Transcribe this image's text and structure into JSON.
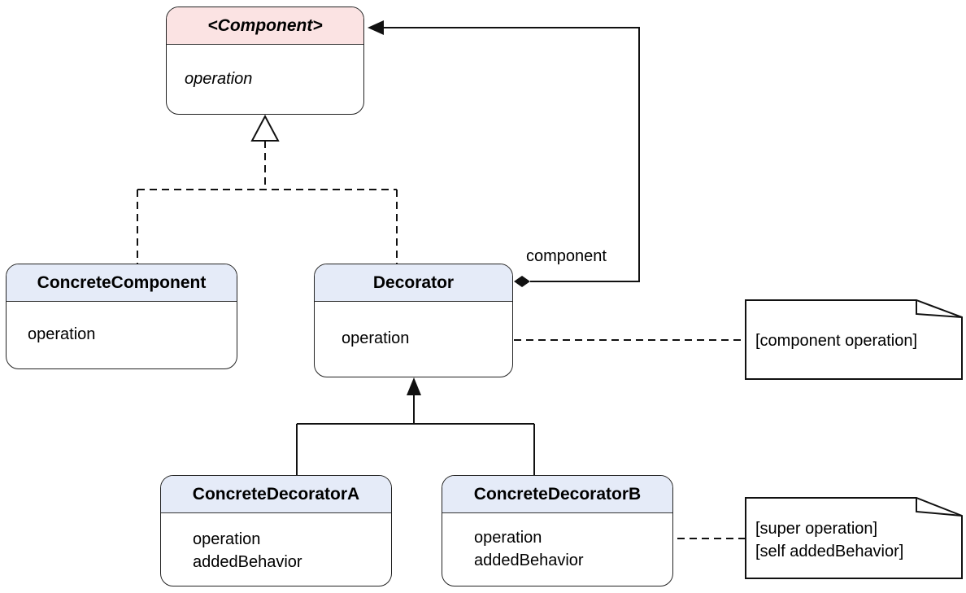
{
  "component": {
    "title": "<Component>",
    "operation": "operation"
  },
  "concrete_component": {
    "title": "ConcreteComponent",
    "operation": "operation"
  },
  "decorator": {
    "title": "Decorator",
    "operation": "operation"
  },
  "decorator_a": {
    "title": "ConcreteDecoratorA",
    "operation": "operation",
    "added": "addedBehavior"
  },
  "decorator_b": {
    "title": "ConcreteDecoratorB",
    "operation": "operation",
    "added": "addedBehavior"
  },
  "association_label": "component",
  "note1": {
    "line1": "[component operation]"
  },
  "note2": {
    "line1": "[super operation]",
    "line2": "[self addedBehavior]"
  }
}
